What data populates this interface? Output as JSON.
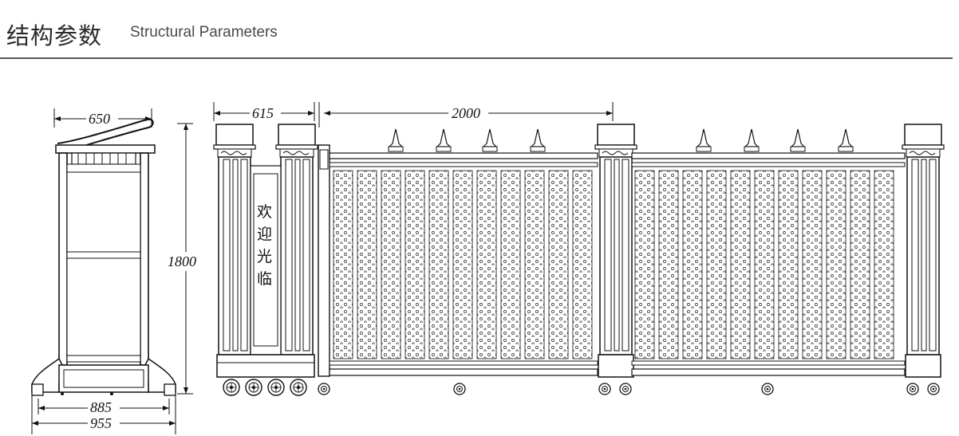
{
  "header": {
    "title_cn": "结构参数",
    "title_en": "Structural Parameters"
  },
  "side_view": {
    "top_width": "650",
    "height": "1800",
    "base_inner_width": "885",
    "base_outer_width": "955"
  },
  "front_view": {
    "post_spacing": "615",
    "section_length": "2000",
    "sign_chars": [
      "欢",
      "迎",
      "光",
      "临"
    ]
  },
  "colors": {
    "line": "#111111",
    "rule": "#555555"
  }
}
